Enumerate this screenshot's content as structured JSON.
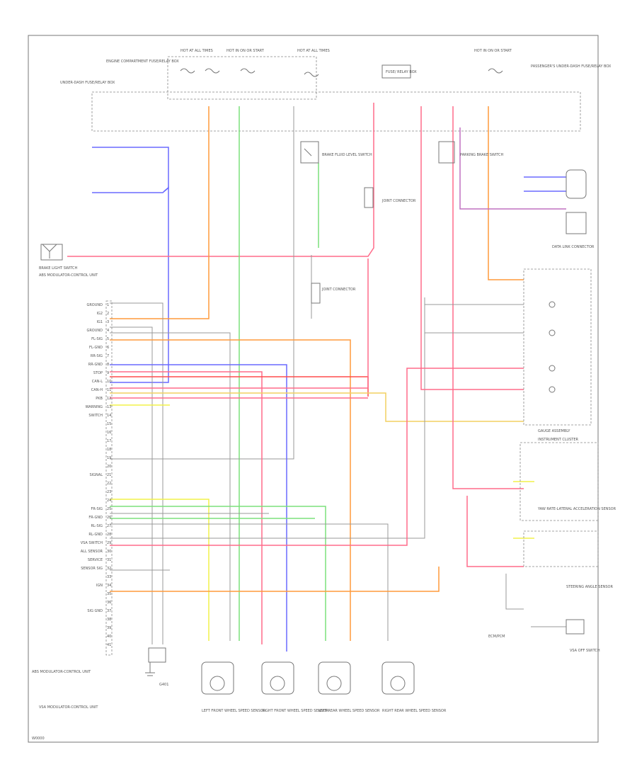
{
  "diagram": {
    "ref_code": "W0000",
    "components": {
      "fuse_box_center": "FUSE/ RELAY BOX",
      "fuse_top_1": "HOT AT ALL TIMES",
      "fuse_top_2": "HOT IN ON OR START",
      "fuse_top_3": "HOT AT ALL TIMES",
      "fuse_top_right": "HOT IN ON OR START",
      "under_dash_box": "UNDER-DASH FUSE/RELAY BOX",
      "engine_box": "ENGINE COMPARTMENT FUSE/RELAY BOX",
      "dash_box_right": "PASSENGER'S UNDER-DASH FUSE/RELAY BOX",
      "brake_light_switch": "BRAKE LIGHT SWITCH",
      "brake_fluid_switch": "BRAKE FLUID LEVEL SWITCH",
      "parking_brake": "PARKING BRAKE SWITCH",
      "abs_modulator": "ABS MODULATOR-CONTROL UNIT",
      "joint_connector_1": "JOINT CONNECTOR",
      "joint_connector_2": "JOINT CONNECTOR",
      "data_link": "DATA LINK CONNECTOR",
      "instrument_cluster": "INSTRUMENT CLUSTER",
      "gauge_assembly": "GAUGE ASSEMBLY",
      "vsa_switch": "VSA OFF SWITCH",
      "yaw_sensor": "YAW RATE-LATERAL ACCELERATION SENSOR",
      "steering_sensor": "STEERING ANGLE SENSOR",
      "ecm": "ECM/PCM",
      "ground": "G401",
      "left_front_sensor": "LEFT FRONT WHEEL SPEED SENSOR",
      "right_front_sensor": "RIGHT FRONT WHEEL SPEED SENSOR",
      "left_rear_sensor": "LEFT REAR WHEEL SPEED SENSOR",
      "right_rear_sensor": "RIGHT REAR WHEEL SPEED SENSOR",
      "modulator_note": "ABS MODULATOR-CONTROL UNIT",
      "main_unit_note": "VSA MODULATOR-CONTROL UNIT"
    },
    "pin_labels": [
      "GROUND",
      "IG2",
      "IG1",
      "GROUND",
      "FL-SIG",
      "FL-GND",
      "RR-SIG",
      "RR-GND",
      "STOP",
      "CAN-L",
      "CAN-H",
      "PKB",
      "WARNING",
      "SWITCH",
      "",
      "",
      "",
      "",
      "",
      "",
      "SIGNAL",
      "",
      "",
      "",
      "FR-SIG",
      "FR-GND",
      "RL-SIG",
      "RL-GND",
      "VSA SWITCH",
      "ALL SENSOR",
      "SERVICE",
      "SENSOR SIG",
      "",
      "IGN",
      "",
      "",
      "SIG GND",
      "",
      "",
      "",
      ""
    ],
    "wire_colors": {
      "blue": "#3b3bff",
      "pink": "#ff6b8a",
      "orange": "#ff9a3c",
      "green": "#7be07b",
      "yellow": "#f2f24a",
      "red": "#ff4d4d",
      "gray": "#999999",
      "black": "#444444",
      "purple": "#c070c0"
    }
  }
}
